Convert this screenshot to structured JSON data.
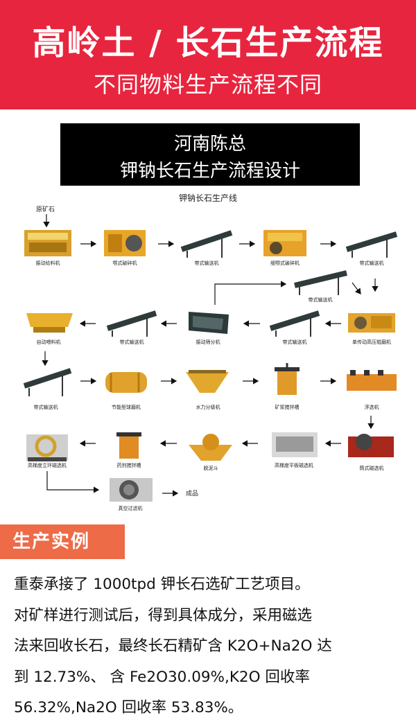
{
  "header": {
    "title": "高岭土 / 长石生产流程",
    "subtitle": "不同物料生产流程不同",
    "bg_color": "#e8253f"
  },
  "design_box": {
    "line1": "河南陈总",
    "line2": "钾钠长石生产流程设计"
  },
  "diagram": {
    "title": "钾钠长石生产线",
    "input_label": "原矿石",
    "output_label": "成品",
    "machines": [
      "振动给料机",
      "颚式破碎机",
      "带式输送机",
      "细颚式破碎机",
      "带式输送机",
      "带式输送机",
      "自动喂料机",
      "带式输送机",
      "振动筛分机",
      "带式输送机",
      "单传动高压辊磨机",
      "带式输送机",
      "节能型球磨机",
      "水力分级机",
      "矿浆搅拌槽",
      "浮选机",
      "高梯度立环磁选机",
      "药剂搅拌槽",
      "脱泥斗",
      "高梯度平板磁选机",
      "筒式磁选机",
      "真空过滤机"
    ]
  },
  "section": {
    "tag": "生产实例",
    "tag_color": "#ee6b48",
    "lines": [
      "重泰承接了 1000tpd 钾长石选矿工艺项目。",
      "对矿样进行测试后，得到具体成分，采用磁选",
      "法来回收长石，最终长石精矿含 K2O+Na2O 达",
      "到 12.73%、 含 Fe2O30.09%,K2O 回收率",
      "56.32%,Na2O 回收率 53.83%。"
    ]
  }
}
